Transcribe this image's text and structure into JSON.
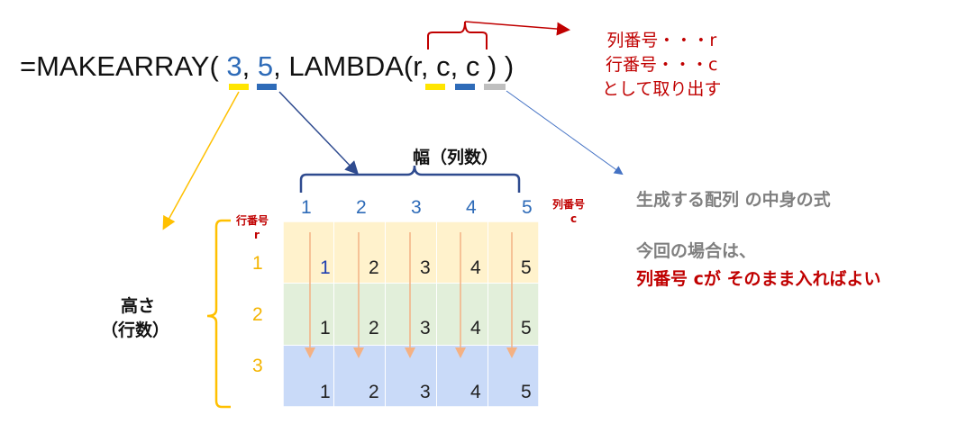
{
  "formula": {
    "prefix": "=MAKEARRAY(",
    "arg_rows": "3",
    "sep1": ",",
    "arg_cols": "5",
    "sep2": ", LAMBDA(",
    "param_r": "r",
    "sep3": ",",
    "param_c1": "c",
    "sep4": ",",
    "param_c2": "c",
    "suffix": " ) )"
  },
  "notes": {
    "line1": "列番号・・・r",
    "line2": "行番号・・・c",
    "line3": "として取り出す"
  },
  "width_label": "幅（列数）",
  "height_label_1": "高さ",
  "height_label_2": "（行数）",
  "row_axis_label_1": "行番号",
  "row_axis_label_2": "r",
  "col_axis_label_1": "列番号",
  "col_axis_label_2": "c",
  "col_headers": [
    "1",
    "2",
    "3",
    "4",
    "5"
  ],
  "row_headers": [
    "1",
    "2",
    "3"
  ],
  "cells": [
    [
      "1",
      "2",
      "3",
      "4",
      "5"
    ],
    [
      "1",
      "2",
      "3",
      "4",
      "5"
    ],
    [
      "1",
      "2",
      "3",
      "4",
      "5"
    ]
  ],
  "explanation": {
    "line1": "生成する配列 の中身の式",
    "line2": "今回の場合は、",
    "line3": "列番号 cが そのまま入ればよい"
  },
  "colors": {
    "yellow": "#FFE500",
    "blue": "#2E6BB8",
    "gray": "#BFBFBF",
    "red": "#C00000",
    "row1_fill": "#FFF2CC",
    "row2_fill": "#E2EFDA",
    "row3_fill": "#C9DAF8",
    "arrow_orange": "#F4B183"
  }
}
